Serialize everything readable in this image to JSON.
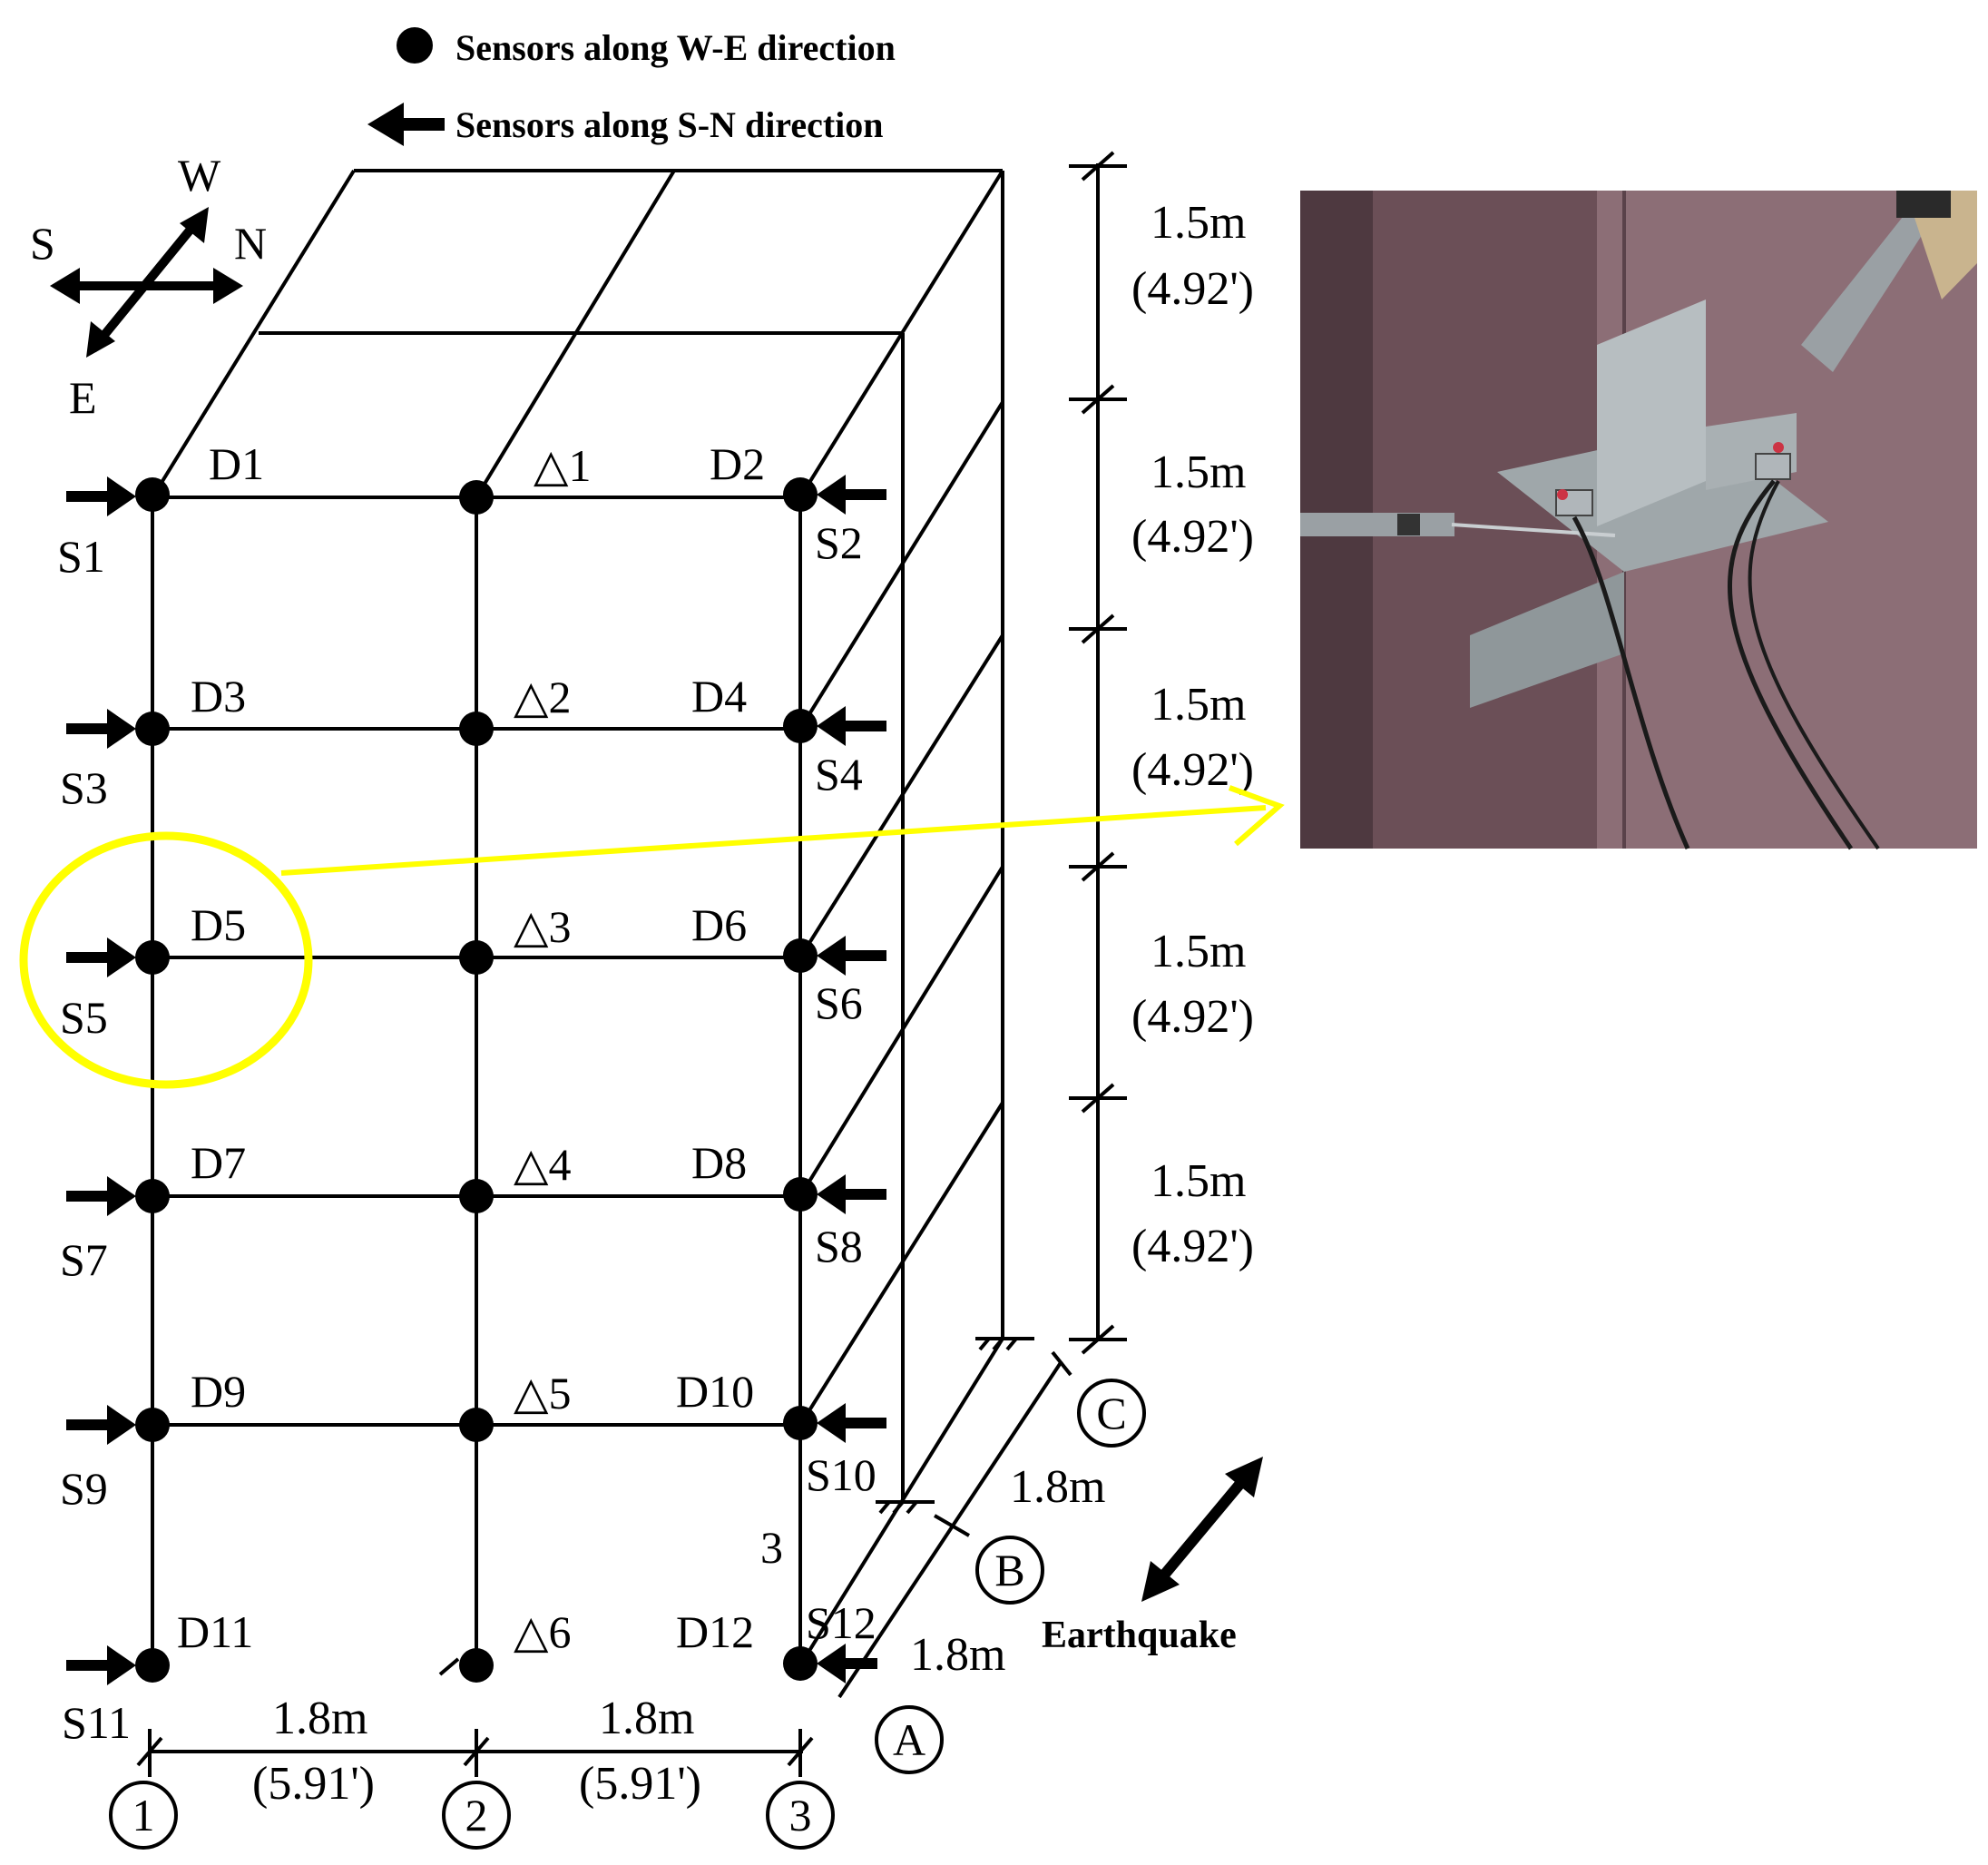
{
  "legend": {
    "we_label": "Sensors along W-E direction",
    "sn_label": "Sensors along S-N direction"
  },
  "compass": {
    "w": "W",
    "s": "S",
    "n": "N",
    "e": "E"
  },
  "d_labels": [
    "D1",
    "D2",
    "D3",
    "D4",
    "D5",
    "D6",
    "D7",
    "D8",
    "D9",
    "D10",
    "D11",
    "D12"
  ],
  "s_labels": [
    "S1",
    "S2",
    "S3",
    "S4",
    "S5",
    "S6",
    "S7",
    "S8",
    "S9",
    "S10",
    "S11",
    "S12"
  ],
  "mid_labels": [
    "△1",
    "△2",
    "△3",
    "△4",
    "△5",
    "△6"
  ],
  "stray_label": "3",
  "story_dims": [
    {
      "m": "1.5m",
      "ft": "(4.92')"
    },
    {
      "m": "1.5m",
      "ft": "(4.92')"
    },
    {
      "m": "1.5m",
      "ft": "(4.92')"
    },
    {
      "m": "1.5m",
      "ft": "(4.92')"
    },
    {
      "m": "1.5m",
      "ft": "(4.92')"
    }
  ],
  "bay_dims": [
    {
      "m": "1.8m",
      "ft": "(5.91')"
    },
    {
      "m": "1.8m",
      "ft": "(5.91')"
    }
  ],
  "depth_dims": [
    "1.8m",
    "1.8m"
  ],
  "grid_numbers": [
    "1",
    "2",
    "3"
  ],
  "grid_letters": [
    "A",
    "B",
    "C"
  ],
  "earthquake_label": "Earthquake",
  "colors": {
    "highlight": "#ffff00",
    "photo_wall": "#6b4f57",
    "photo_wall_light": "#8c6e76",
    "bracket": "#a9b0b3"
  }
}
